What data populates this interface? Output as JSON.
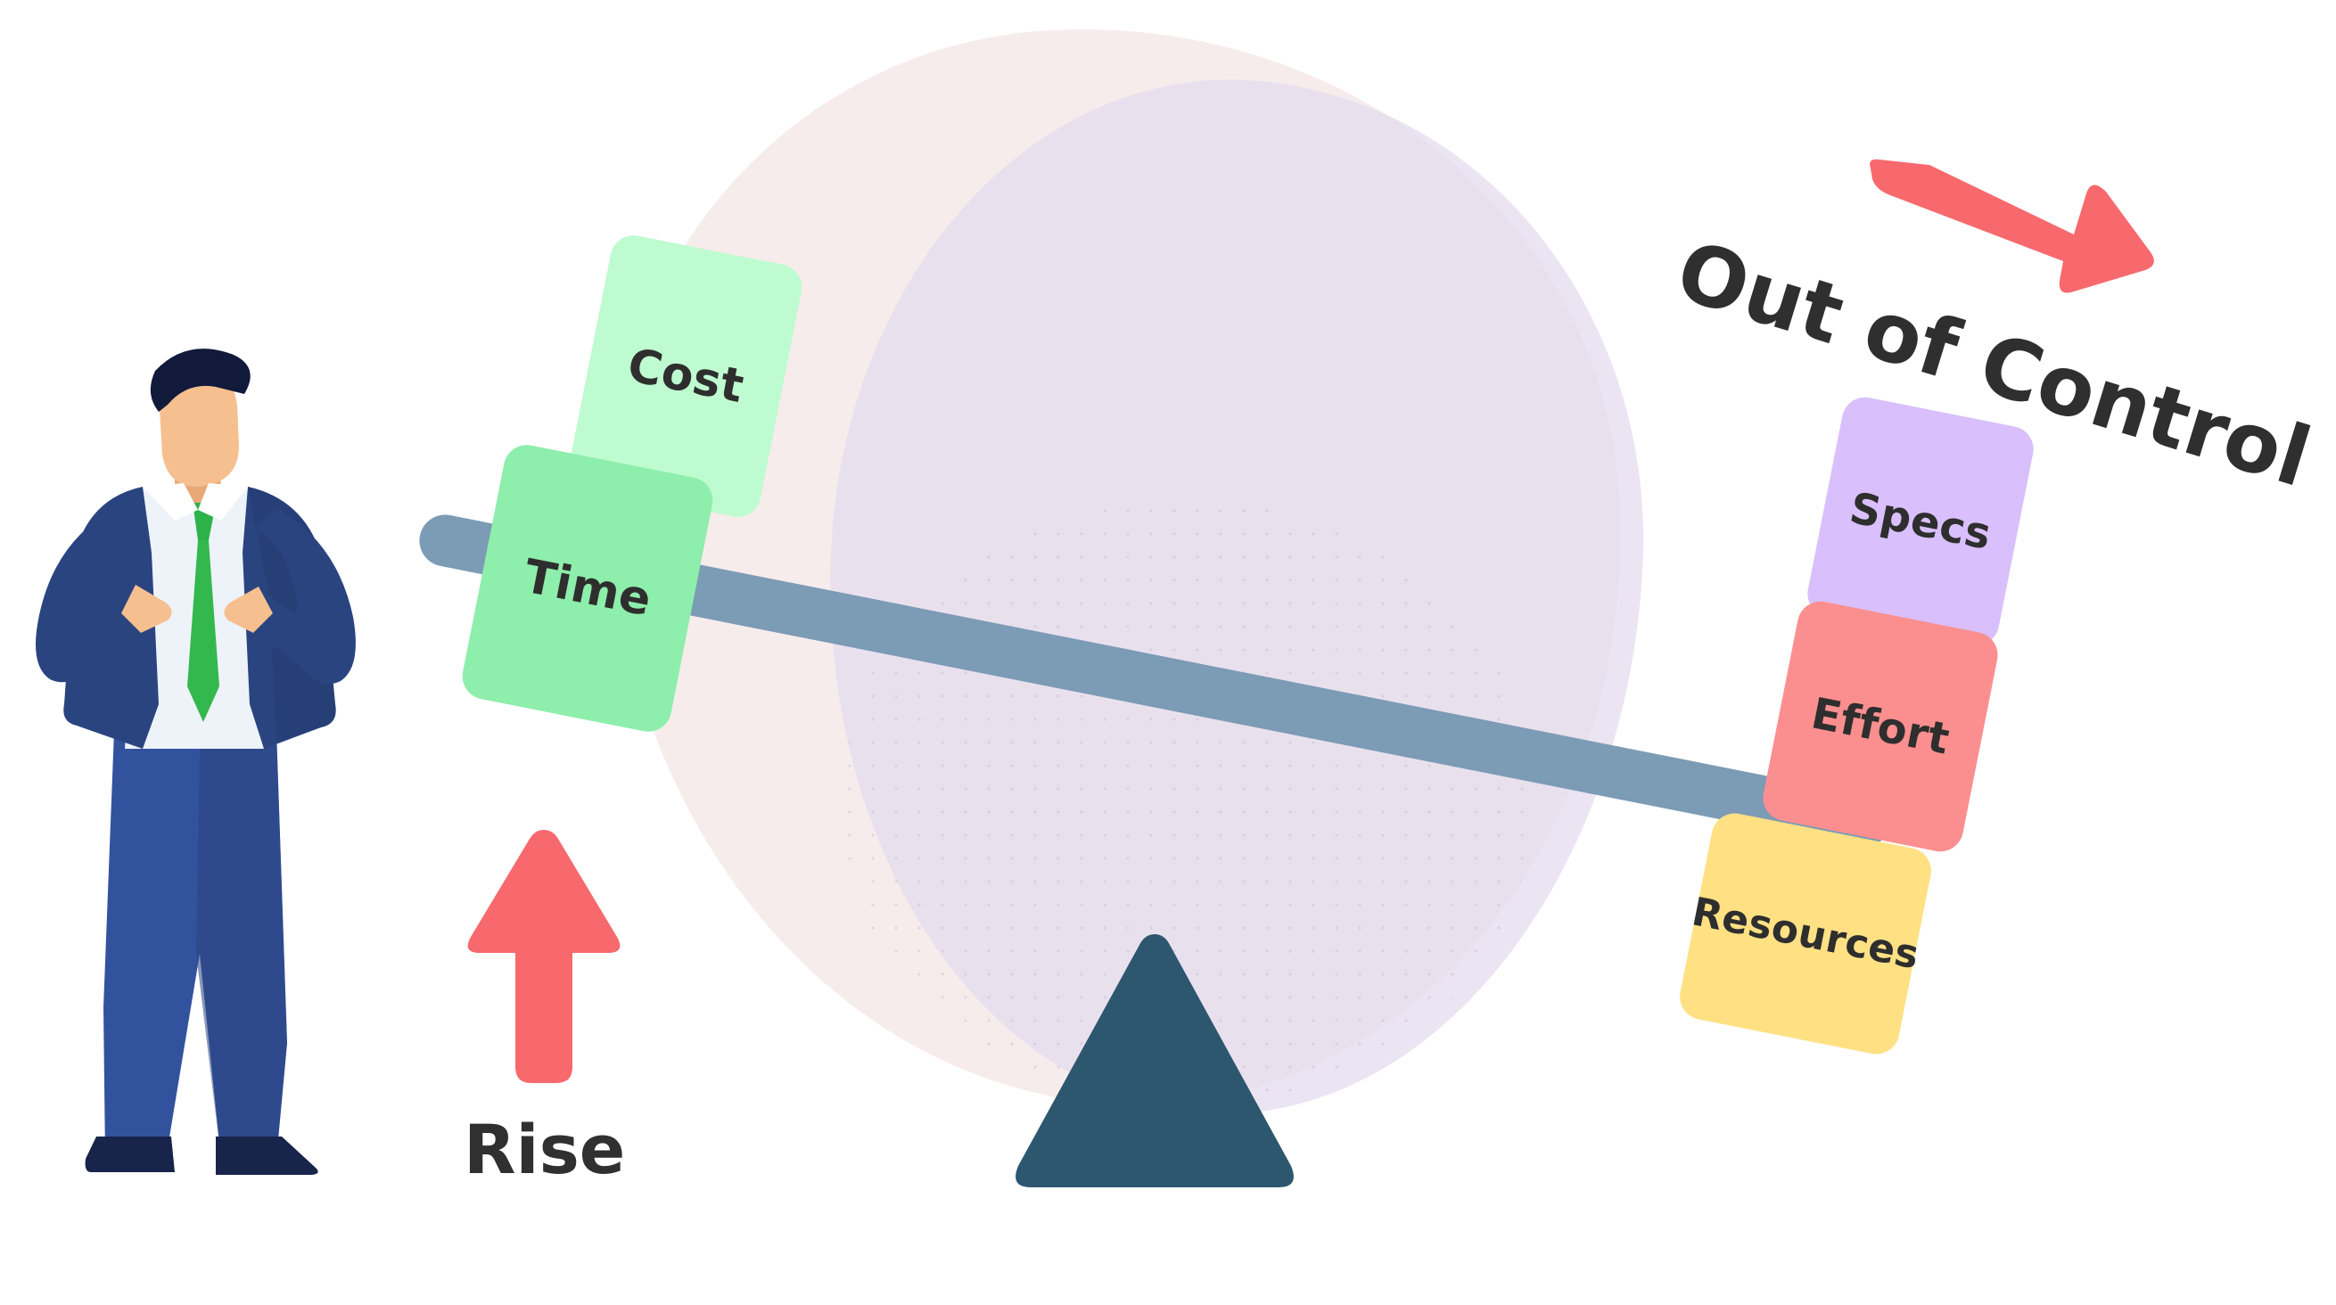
{
  "illustration": {
    "title": "Seesaw project constraint imbalance illustration",
    "background_color": "#ffffff"
  },
  "person": {
    "name": "businessman-standing-hands-on-hips",
    "colors": {
      "suit": "#2a4480",
      "suit_shadow": "#1f356a",
      "trousers": "#33529e",
      "shirt": "#eef3fa",
      "tie": "#2cb34a",
      "skin": "#f6bf8f",
      "hair": "#111a3a",
      "shoes": "#18244a"
    }
  },
  "seesaw": {
    "beam_color": "#7c9bb5",
    "fulcrum_color": "#2d566f",
    "tilt_degrees": 11.2
  },
  "left_blocks": [
    {
      "label": "Cost",
      "color": "#bffbd0"
    },
    {
      "label": "Time",
      "color": "#8eeeab"
    }
  ],
  "right_blocks": [
    {
      "label": "Specs",
      "color": "#d9bffc"
    },
    {
      "label": "Effort",
      "color": "#fb8f8f"
    },
    {
      "label": "Resources",
      "color": "#ffe184"
    }
  ],
  "annotations": {
    "rise": {
      "label": "Rise",
      "arrow_direction": "up",
      "arrow_color": "#f7696d",
      "text_color": "#303030"
    },
    "out_of_control": {
      "label": "Out of Control",
      "arrow_direction": "down-right",
      "arrow_color": "#f7696d",
      "text_color": "#2f2f2f"
    }
  },
  "background_blobs": [
    {
      "name": "outer-blob",
      "color": "#f7ecec"
    },
    {
      "name": "inner-blob",
      "color": "#e6dcee"
    },
    {
      "name": "dot-texture",
      "color": "#c6bcd4"
    }
  ]
}
